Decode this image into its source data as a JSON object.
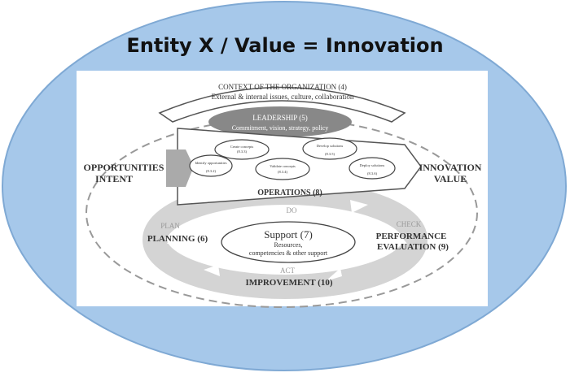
{
  "title": "Entity X / Value = Innovation",
  "colors": {
    "outer_ellipse": "#a6c8ea",
    "outer_ellipse_stroke": "#7fa9d4",
    "panel": "#ffffff",
    "cycle_gray": "#d4d4d4",
    "leadership_fill": "#888888",
    "text": "#333333"
  },
  "diagram": {
    "context": {
      "title": "CONTEXT OF THE ORGANIZATION (4)",
      "subtitle": "External & internal issues, culture, collaboration"
    },
    "leadership": {
      "title": "LEADERSHIP (5)",
      "subtitle": "Commitment, vision, strategy, policy"
    },
    "operations_label": "OPERATIONS (8)",
    "processes": [
      {
        "label": "Create concepts",
        "ref": "(8.3.3)"
      },
      {
        "label": "Develop solutions",
        "ref": "(8.3.5)"
      },
      {
        "label": "Identify opportunities",
        "ref": "(8.3.2)"
      },
      {
        "label": "Validate concepts",
        "ref": "(8.3.4)"
      },
      {
        "label": "Deploy solutions",
        "ref": "(8.3.6)"
      }
    ],
    "left_label": {
      "line1": "OPPORTUNITIES",
      "line2": "INTENT"
    },
    "right_label": {
      "line1": "INNOVATION",
      "line2": "VALUE"
    },
    "do_label": "DO",
    "plan": {
      "phase": "PLAN",
      "label": "PLANNING (6)"
    },
    "check": {
      "phase": "CHECK",
      "label1": "PERFORMANCE",
      "label2": "EVALUATION (9)"
    },
    "act": {
      "phase": "ACT",
      "label": "IMPROVEMENT (10)"
    },
    "support": {
      "title": "Support (7)",
      "line1": "Resources,",
      "line2": "competencies & other support"
    }
  }
}
